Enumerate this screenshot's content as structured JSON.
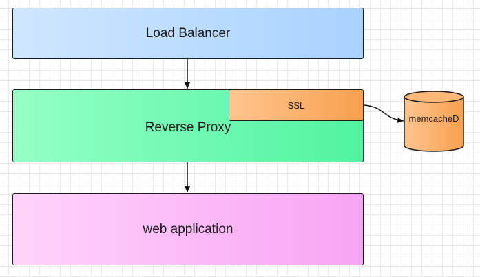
{
  "diagram": {
    "nodes": {
      "load_balancer": "Load Balancer",
      "reverse_proxy": "Reverse Proxy",
      "ssl": "SSL",
      "web_application": "web application",
      "memcached": "memcacheD"
    },
    "edges": [
      {
        "from": "load_balancer",
        "to": "reverse_proxy"
      },
      {
        "from": "reverse_proxy",
        "to": "web_application"
      },
      {
        "from": "ssl",
        "to": "memcached"
      }
    ],
    "colors": {
      "load_balancer": "#a9d2ff",
      "reverse_proxy": "#50f3a0",
      "ssl": "#f7a04f",
      "web_application": "#f8a4f4",
      "memcached": "#f7a04f",
      "stroke": "#1c1c1c"
    }
  }
}
